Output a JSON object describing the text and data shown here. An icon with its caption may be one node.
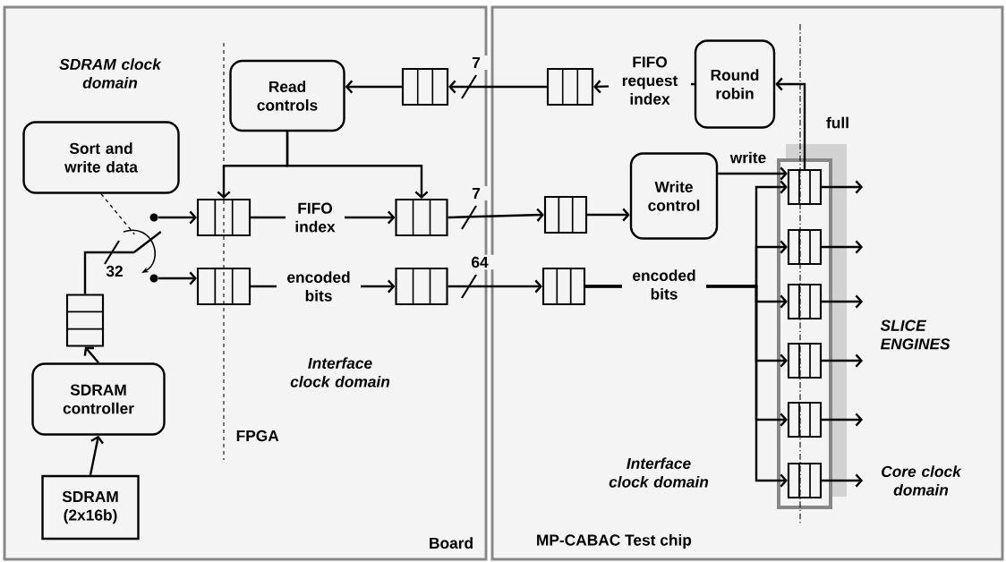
{
  "diagram": {
    "nodes": [
      {
        "text": [
          "Board"
        ]
      },
      {
        "text": [
          "Sort and write data"
        ],
        "in": 0
      },
      {
        "text": [
          "Read controls"
        ],
        "in": 0
      },
      {
        "text": [],
        "shape": "box",
        "in": 0
      },
      {
        "text": [],
        "shape": "circle",
        "in": 0
      },
      {
        "text": [],
        "shape": "picture",
        "in": 0
      },
      {
        "text": [],
        "shape": "circle",
        "in": 0
      },
      {
        "text": [],
        "shape": "box",
        "in": 0
      },
      {
        "text": [],
        "shape": "box",
        "in": 0
      },
      {
        "text": [],
        "shape": "box",
        "in": 0
      },
      {
        "text": [],
        "shape": "box",
        "in": 0
      },
      {
        "text": [],
        "shape": "box",
        "in": 0
      },
      {
        "text": [
          "SDRAM controller"
        ],
        "in": 0
      },
      {
        "text": [
          "SDRAM (2x16b)"
        ],
        "in": 0
      },
      {
        "text": [
          "MP-CABAC Test chip"
        ]
      },
      {
        "text": [],
        "shape": "box",
        "in": 14
      },
      {
        "text": [
          "Round robin"
        ],
        "in": 14
      },
      {
        "text": [],
        "shape": "box",
        "in": 14
      },
      {
        "text": [
          "Write control"
        ],
        "in": 14
      },
      {
        "text": [],
        "shape": "box",
        "in": 14
      },
      {
        "text": [],
        "shape": "box",
        "in": 14
      },
      {
        "text": [],
        "shape": "box",
        "in": 20
      },
      {
        "text": [],
        "shape": "box",
        "in": 20
      },
      {
        "text": [],
        "shape": "box",
        "in": 20
      },
      {
        "text": [],
        "shape": "box",
        "in": 20
      },
      {
        "text": [],
        "shape": "box",
        "in": 20
      },
      {
        "text": [],
        "shape": "box",
        "in": 20
      }
    ],
    "edges": [
      {
        "from": 13,
        "to": 12,
        "arrow": "to"
      },
      {
        "from": 12,
        "to": 11,
        "arrow": "to"
      },
      {
        "from": 11,
        "to": 5,
        "arrow": "none"
      },
      {
        "from": 1,
        "to": 5,
        "arrow": "none",
        "style": "dashed"
      },
      {
        "from": 4,
        "to": 7,
        "arrow": "to"
      },
      {
        "from": 6,
        "to": 9,
        "arrow": "to"
      },
      {
        "from": 2,
        "to": 7,
        "arrow": "to"
      },
      {
        "from": 2,
        "to": 8,
        "arrow": "to"
      },
      {
        "from": 7,
        "to": 8,
        "arrow": "to",
        "label": "FIFO index"
      },
      {
        "from": 9,
        "to": 10,
        "arrow": "to",
        "label": "encoded bits"
      },
      {
        "from": 3,
        "to": 2,
        "arrow": "to"
      },
      {
        "from": 15,
        "to": 3,
        "arrow": "to",
        "label": "7"
      },
      {
        "from": 16,
        "to": 15,
        "arrow": "to",
        "label": "FIFO request index"
      },
      {
        "from": 8,
        "to": 17,
        "arrow": "to",
        "label": "7"
      },
      {
        "from": 10,
        "to": 19,
        "arrow": "to",
        "label": "64"
      },
      {
        "from": 17,
        "to": 18,
        "arrow": "to"
      },
      {
        "from": 18,
        "to": 21,
        "arrow": "to",
        "label": "write"
      },
      {
        "from": 21,
        "to": 16,
        "arrow": "to",
        "label": "full"
      },
      {
        "from": 19,
        "to": 21,
        "arrow": "to",
        "label": "encoded bits"
      },
      {
        "from": 19,
        "to": 22,
        "arrow": "to"
      },
      {
        "from": 19,
        "to": 23,
        "arrow": "to"
      },
      {
        "from": 19,
        "to": 24,
        "arrow": "to"
      },
      {
        "from": 19,
        "to": 25,
        "arrow": "to"
      },
      {
        "from": 19,
        "to": 26,
        "arrow": "to"
      },
      {
        "from": 21,
        "to": null,
        "arrow": "to"
      },
      {
        "from": 22,
        "to": null,
        "arrow": "to"
      },
      {
        "from": 23,
        "to": null,
        "arrow": "to"
      },
      {
        "from": 24,
        "to": null,
        "arrow": "to"
      },
      {
        "from": 25,
        "to": null,
        "arrow": "to"
      },
      {
        "from": 26,
        "to": null,
        "arrow": "to"
      }
    ],
    "labels": [
      "SDRAM clock domain",
      "Interface clock domain",
      "FPGA",
      "Interface clock domain",
      "SLICE ENGINES",
      "Core clock domain",
      "32"
    ]
  }
}
